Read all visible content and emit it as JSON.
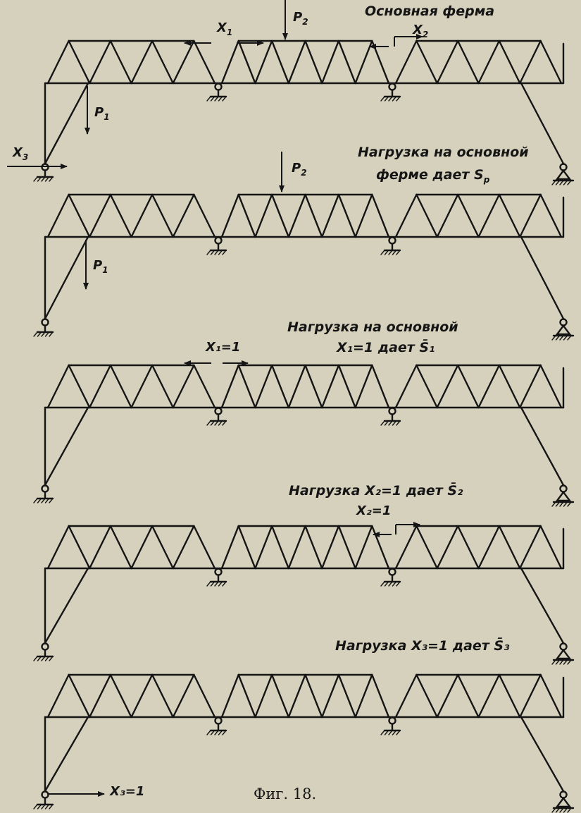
{
  "diagram_title": "Основная ферма",
  "panels": [
    {
      "caption": "Основная ферма"
    },
    {
      "caption_line1": "Нагрузка на основной",
      "caption_line2": "ферме дает S",
      "caption_sub": "p"
    },
    {
      "caption_line1": "Нагрузка на основной",
      "caption_line2": "X₁=1 дает S̄₁"
    },
    {
      "caption": "Нагрузка X₂=1 дает S̄₂"
    },
    {
      "caption": "Нагрузка X₃=1 дает S̄₃"
    }
  ],
  "loads": {
    "p2": {
      "name": "P",
      "sub": "2"
    },
    "p1": {
      "name": "P",
      "sub": "1"
    },
    "x1": {
      "name": "X",
      "sub": "1"
    },
    "x2": {
      "name": "X",
      "sub": "2"
    },
    "x3": {
      "name": "X",
      "sub": "3"
    },
    "x1_unit": "X₁=1",
    "x2_unit": "X₂=1",
    "x3_unit": "X₃=1"
  },
  "figure_caption": "Фиг. 18.",
  "colors": {
    "paper": "#d6d1bd",
    "ink": "#151515",
    "bleed_text": "#8d8779"
  }
}
